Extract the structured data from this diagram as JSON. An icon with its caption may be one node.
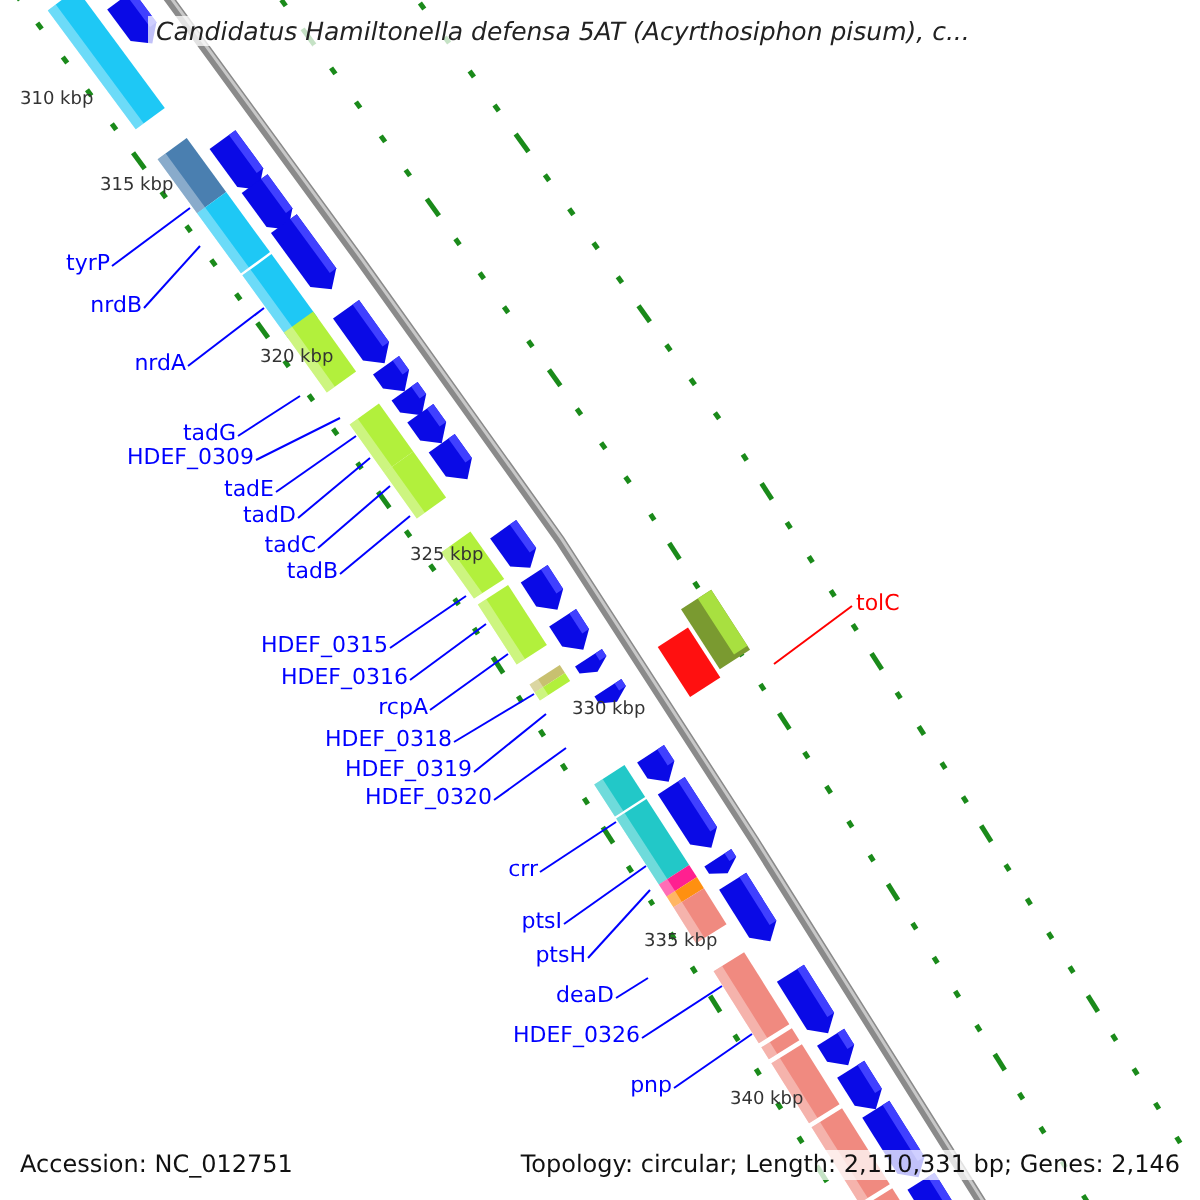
{
  "diagram": {
    "title": "Candidatus Hamiltonella defensa 5AT (Acyrthosiphon pisum), c...",
    "nodes": [
      {
        "text": [
          "tyrP"
        ]
      },
      {
        "text": [
          "nrdB"
        ]
      },
      {
        "text": [
          "nrdA"
        ]
      },
      {
        "text": [
          "tadG"
        ]
      },
      {
        "text": [
          "HDEF_0309"
        ]
      },
      {
        "text": [
          "tadE"
        ]
      },
      {
        "text": [
          "tadD"
        ]
      },
      {
        "text": [
          "tadC"
        ]
      },
      {
        "text": [
          "tadB"
        ]
      },
      {
        "text": [
          "tolC"
        ]
      },
      {
        "text": [
          "HDEF_0315"
        ]
      },
      {
        "text": [
          "HDEF_0316"
        ]
      },
      {
        "text": [
          "rcpA"
        ]
      },
      {
        "text": [
          "HDEF_0318"
        ]
      },
      {
        "text": [
          "HDEF_0319"
        ]
      },
      {
        "text": [
          "HDEF_0320"
        ]
      },
      {
        "text": [
          "crr"
        ]
      },
      {
        "text": [
          "ptsI"
        ]
      },
      {
        "text": [
          "ptsH"
        ]
      },
      {
        "text": [
          "deaD"
        ]
      },
      {
        "text": [
          "HDEF_0326"
        ]
      },
      {
        "text": [
          "pnp"
        ]
      }
    ],
    "edges": [
      {
        "from": 0,
        "to": null,
        "arrow": "none"
      },
      {
        "from": 1,
        "to": null,
        "arrow": "none"
      },
      {
        "from": 2,
        "to": null,
        "arrow": "none"
      },
      {
        "from": 3,
        "to": null,
        "arrow": "none"
      },
      {
        "from": 4,
        "to": null,
        "arrow": "none"
      },
      {
        "from": 5,
        "to": null,
        "arrow": "none"
      },
      {
        "from": 6,
        "to": null,
        "arrow": "none"
      },
      {
        "from": 7,
        "to": null,
        "arrow": "none"
      },
      {
        "from": 8,
        "to": null,
        "arrow": "none"
      },
      {
        "from": 9,
        "to": null,
        "arrow": "none",
        "color": "#ff0000"
      },
      {
        "from": 10,
        "to": null,
        "arrow": "none"
      },
      {
        "from": 11,
        "to": null,
        "arrow": "none"
      },
      {
        "from": 12,
        "to": null,
        "arrow": "none"
      },
      {
        "from": 13,
        "to": null,
        "arrow": "none"
      },
      {
        "from": 14,
        "to": null,
        "arrow": "none"
      },
      {
        "from": 15,
        "to": null,
        "arrow": "none"
      },
      {
        "from": 16,
        "to": null,
        "arrow": "none"
      },
      {
        "from": 17,
        "to": null,
        "arrow": "none"
      },
      {
        "from": 18,
        "to": null,
        "arrow": "none"
      },
      {
        "from": 19,
        "to": null,
        "arrow": "none"
      },
      {
        "from": 20,
        "to": null,
        "arrow": "none"
      },
      {
        "from": 21,
        "to": null,
        "arrow": "none"
      }
    ],
    "labels": [
      "310 kbp",
      "315 kbp",
      "320 kbp",
      "325 kbp",
      "330 kbp",
      "335 kbp",
      "340 kbp",
      "Accession: NC_012751",
      "Topology: circular; Length: 2,110,331 bp; Genes: 2,146"
    ]
  }
}
